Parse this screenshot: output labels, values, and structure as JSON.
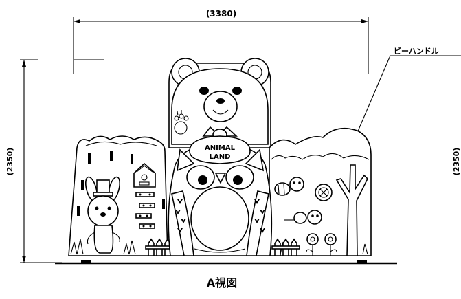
{
  "dimensions": {
    "width_label": "(3380)",
    "height_label_left": "(2350)",
    "height_label_right": "(2350)"
  },
  "callout": {
    "label": "ビーハンドル"
  },
  "sign": {
    "line1": "ANIMAL",
    "line2": "LAND"
  },
  "view_label": "A視図"
}
